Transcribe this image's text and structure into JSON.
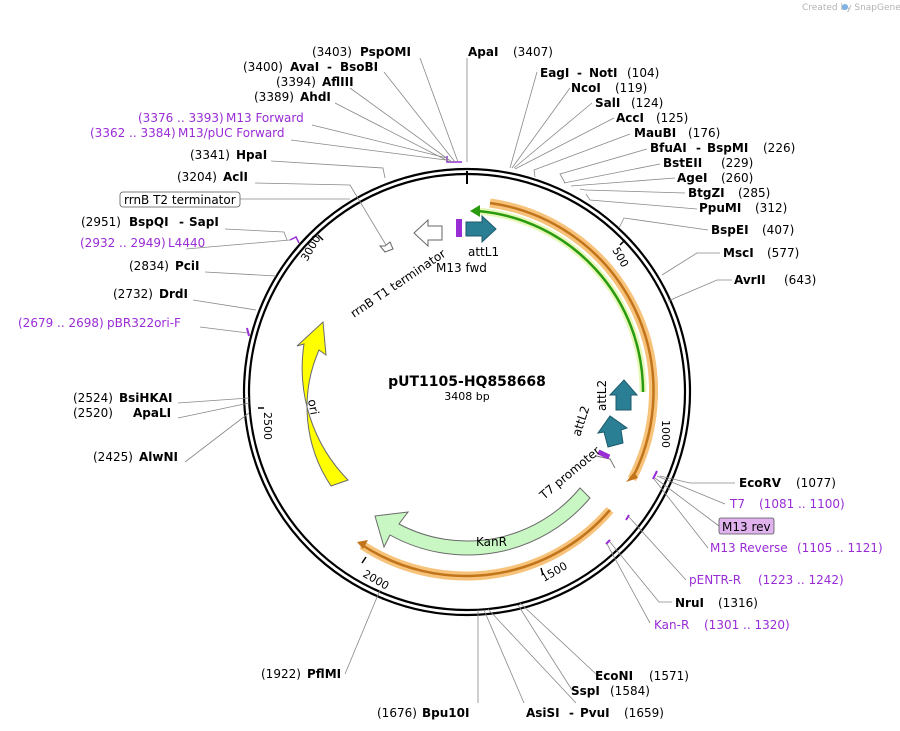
{
  "plasmid": {
    "name": "pUT1105-HQ858668",
    "length_label": "3408 bp",
    "length": 3408
  },
  "credit": "Created by SnapGene",
  "ticks": [
    "500",
    "1000",
    "1500",
    "2000",
    "2500",
    "3000"
  ],
  "colors": {
    "primer": "#9a2cd6",
    "orf_orange": "#f7a123",
    "attL_teal": "#2a7f95",
    "ori_yellow": "#ffff00",
    "kanr_green": "#c9f7c4",
    "ccdb_green": "#2a9a10",
    "m13rev_fill": "#e0b3ef"
  },
  "enzymes": [
    {
      "name": "PspOMI",
      "pos": "(3403)"
    },
    {
      "name": "ApaI",
      "pos": "(3407)"
    },
    {
      "name": "AvaI",
      "name2": "BsoBI",
      "pos": "(3400)"
    },
    {
      "name": "EagI",
      "name2": "NotI",
      "pos": "(104)"
    },
    {
      "name": "AflIII",
      "pos": "(3394)"
    },
    {
      "name": "NcoI",
      "pos": "(119)"
    },
    {
      "name": "AhdI",
      "pos": "(3389)"
    },
    {
      "name": "SalI",
      "pos": "(124)"
    },
    {
      "name": "AccI",
      "pos": "(125)"
    },
    {
      "name": "MauBI",
      "pos": "(176)"
    },
    {
      "name": "BfuAI",
      "name2": "BspMI",
      "pos": "(226)"
    },
    {
      "name": "HpaI",
      "pos": "(3341)"
    },
    {
      "name": "BstEII",
      "pos": "(229)"
    },
    {
      "name": "AclI",
      "pos": "(3204)"
    },
    {
      "name": "AgeI",
      "pos": "(260)"
    },
    {
      "name": "BtgZI",
      "pos": "(285)"
    },
    {
      "name": "PpuMI",
      "pos": "(312)"
    },
    {
      "name": "BspQI",
      "name2": "SapI",
      "pos": "(2951)"
    },
    {
      "name": "BspEI",
      "pos": "(407)"
    },
    {
      "name": "MscI",
      "pos": "(577)"
    },
    {
      "name": "PciI",
      "pos": "(2834)"
    },
    {
      "name": "AvrII",
      "pos": "(643)"
    },
    {
      "name": "DrdI",
      "pos": "(2732)"
    },
    {
      "name": "BsiHKAI",
      "pos": "(2524)"
    },
    {
      "name": "ApaLI",
      "pos": "(2520)"
    },
    {
      "name": "AlwNI",
      "pos": "(2425)"
    },
    {
      "name": "EcoRV",
      "pos": "(1077)"
    },
    {
      "name": "NruI",
      "pos": "(1316)"
    },
    {
      "name": "EcoNI",
      "pos": "(1571)"
    },
    {
      "name": "SspI",
      "pos": "(1584)"
    },
    {
      "name": "PflMI",
      "pos": "(1922)"
    },
    {
      "name": "Bpu10I",
      "pos": "(1676)"
    },
    {
      "name": "AsiSI",
      "name2": "PvuI",
      "pos": "(1659)"
    }
  ],
  "primers": [
    {
      "name": "M13 Forward",
      "range": "(3376 .. 3393)"
    },
    {
      "name": "M13/pUC Forward",
      "range": "(3362 .. 3384)"
    },
    {
      "name": "L4440",
      "range": "(2932 .. 2949)"
    },
    {
      "name": "pBR322ori-F",
      "range": "(2679 .. 2698)"
    },
    {
      "name": "T7",
      "range": "(1081 .. 1100)"
    },
    {
      "name": "M13 rev",
      "range": ""
    },
    {
      "name": "M13 Reverse",
      "range": "(1105 .. 1121)"
    },
    {
      "name": "pENTR-R",
      "range": "(1223 .. 1242)"
    },
    {
      "name": "Kan-R",
      "range": "(1301 .. 1320)"
    }
  ],
  "features": {
    "rrnB_T2": "rrnB T2 terminator",
    "rrnB_T1": "rrnB T1 terminator",
    "attL1": "attL1",
    "m13fwd": "M13 fwd",
    "attL2_a": "attL2",
    "attL2_b": "attL2",
    "t7prom": "T7 promoter",
    "kanr": "KanR",
    "ori": "ori"
  }
}
